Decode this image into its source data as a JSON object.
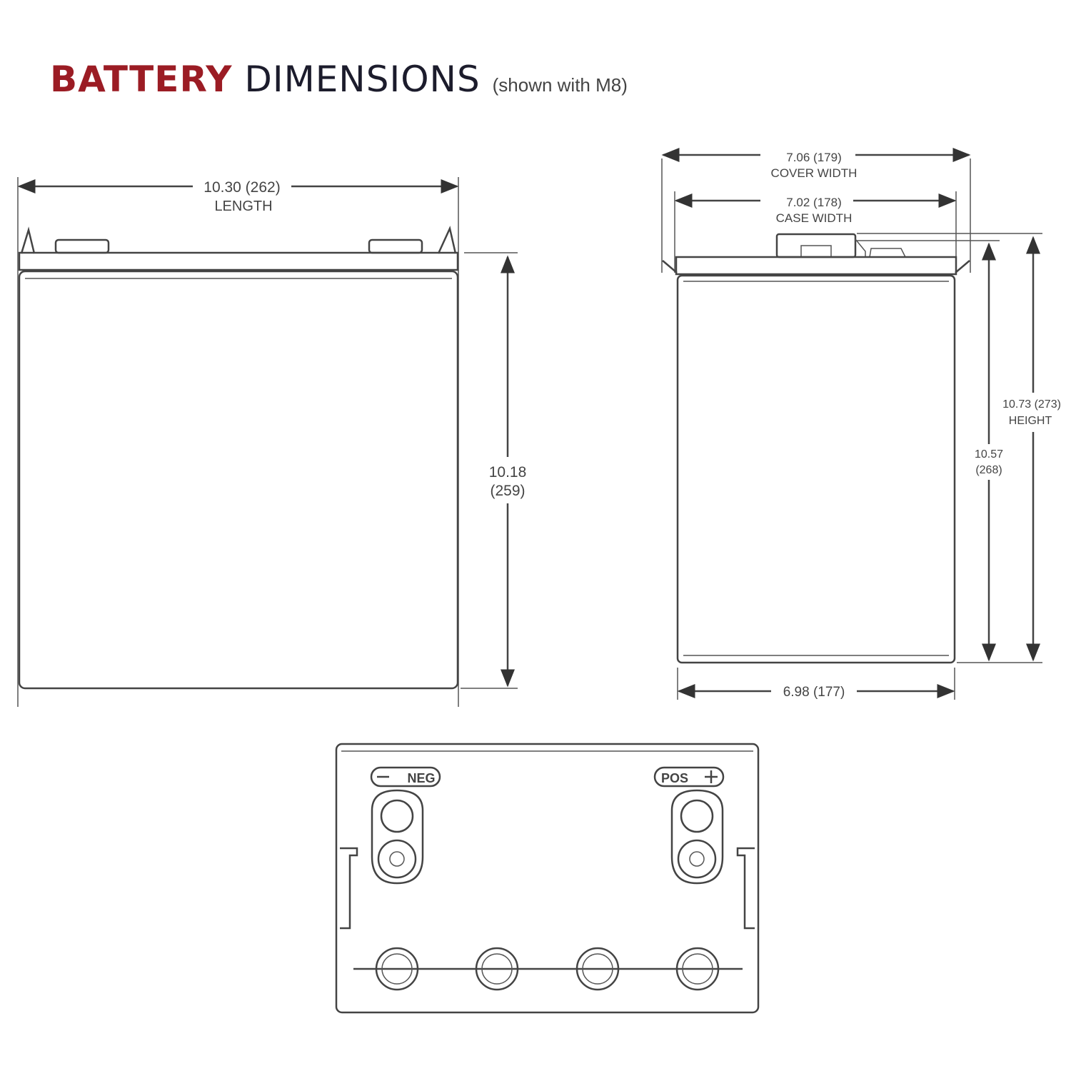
{
  "title": {
    "word1": "BATTERY",
    "word2": "DIMENSIONS",
    "note": "(shown with M8)"
  },
  "side_view": {
    "length_value": "10.30 (262)",
    "length_label": "LENGTH",
    "height_value": "10.18",
    "height_metric": "(259)"
  },
  "end_view": {
    "cover_width_value": "7.06 (179)",
    "cover_width_label": "COVER WIDTH",
    "case_width_value": "7.02 (178)",
    "case_width_label": "CASE WIDTH",
    "overall_height_value": "10.73 (273)",
    "overall_height_label": "HEIGHT",
    "case_height_value": "10.57",
    "case_height_metric": "(268)",
    "bottom_width_value": "6.98 (177)"
  },
  "top_view": {
    "neg_label": "NEG",
    "pos_label": "POS",
    "vent_caps": 4
  },
  "colors": {
    "title_red": "#9b1c24",
    "title_dark": "#1c1c2c",
    "line": "#444444"
  }
}
